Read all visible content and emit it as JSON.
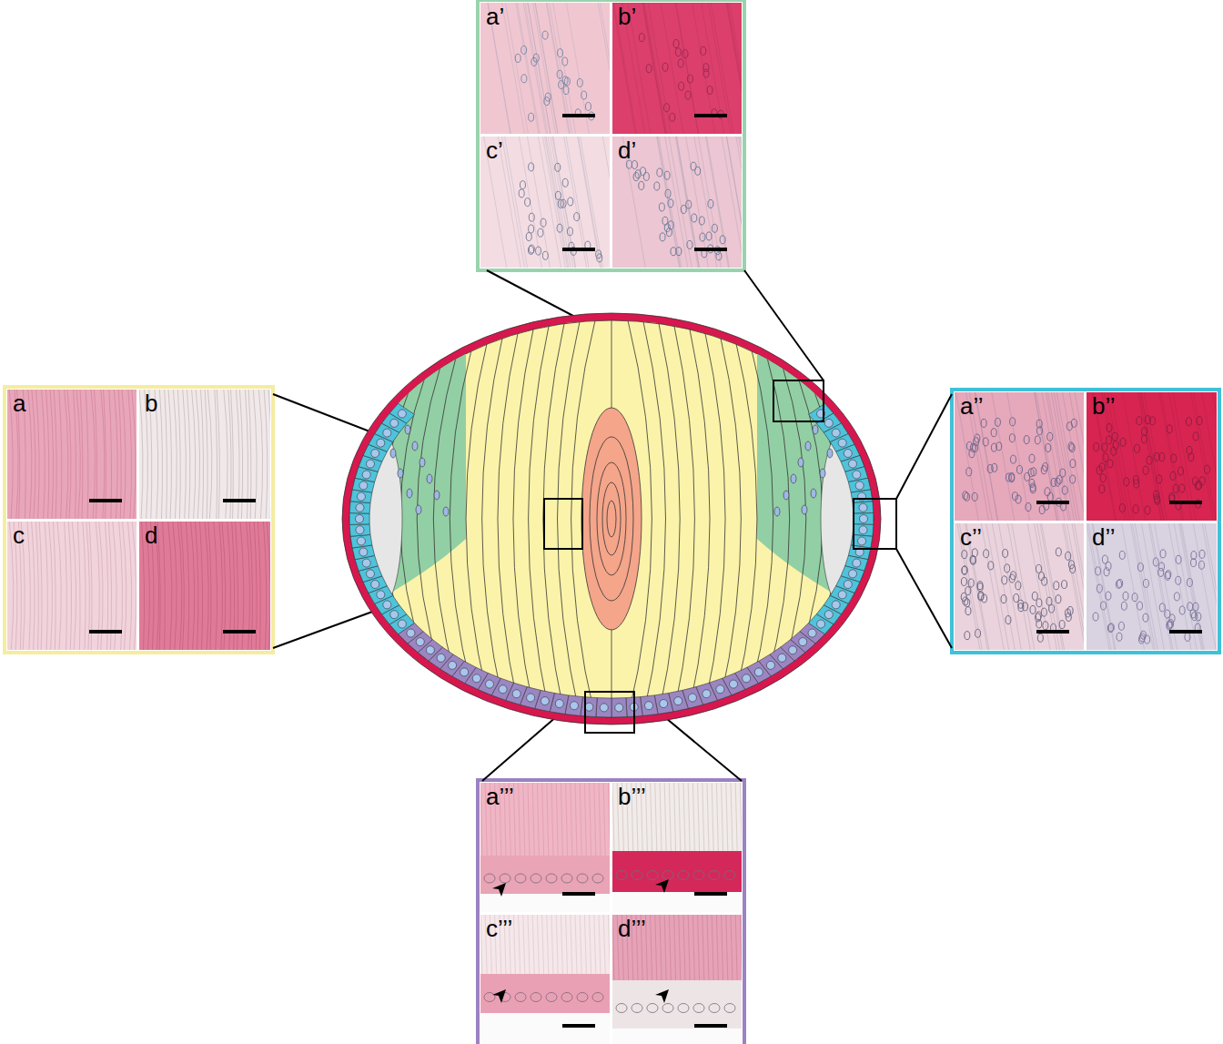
{
  "diagram": {
    "nodes": [
      {
        "text": [
          "a’"
        ]
      },
      {
        "text": [
          "b’"
        ]
      },
      {
        "text": [
          "c’"
        ]
      },
      {
        "text": [
          "d’"
        ]
      },
      {
        "text": [
          "a"
        ]
      },
      {
        "text": [
          "b"
        ]
      },
      {
        "text": [
          "c"
        ]
      },
      {
        "text": [
          "d"
        ]
      },
      {
        "text": [
          "a’’"
        ]
      },
      {
        "text": [
          "b’’"
        ]
      },
      {
        "text": [
          "c’’"
        ]
      },
      {
        "text": [
          "d’’"
        ]
      },
      {
        "text": [
          "a’’’"
        ]
      },
      {
        "text": [
          "b’’’"
        ]
      },
      {
        "text": [
          "c’’’"
        ]
      },
      {
        "text": [
          "d’’’"
        ]
      }
    ]
  }
}
